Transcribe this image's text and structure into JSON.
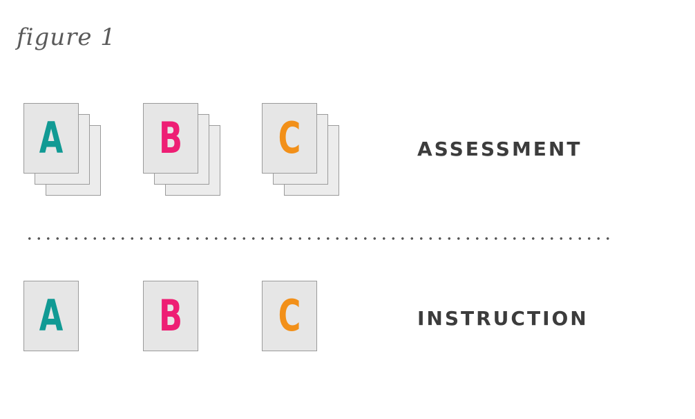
{
  "figure": {
    "title": "figure 1"
  },
  "colors": {
    "A": "#119a94",
    "B": "#ee1e74",
    "C": "#f29019"
  },
  "assessment": {
    "label": "ASSESSMENT",
    "cards": [
      {
        "letter": "A",
        "color_key": "A"
      },
      {
        "letter": "B",
        "color_key": "B"
      },
      {
        "letter": "C",
        "color_key": "C"
      }
    ]
  },
  "instruction": {
    "label": "INSTRUCTION",
    "cards": [
      {
        "letter": "A",
        "color_key": "A"
      },
      {
        "letter": "B",
        "color_key": "B"
      },
      {
        "letter": "C",
        "color_key": "C"
      }
    ]
  }
}
